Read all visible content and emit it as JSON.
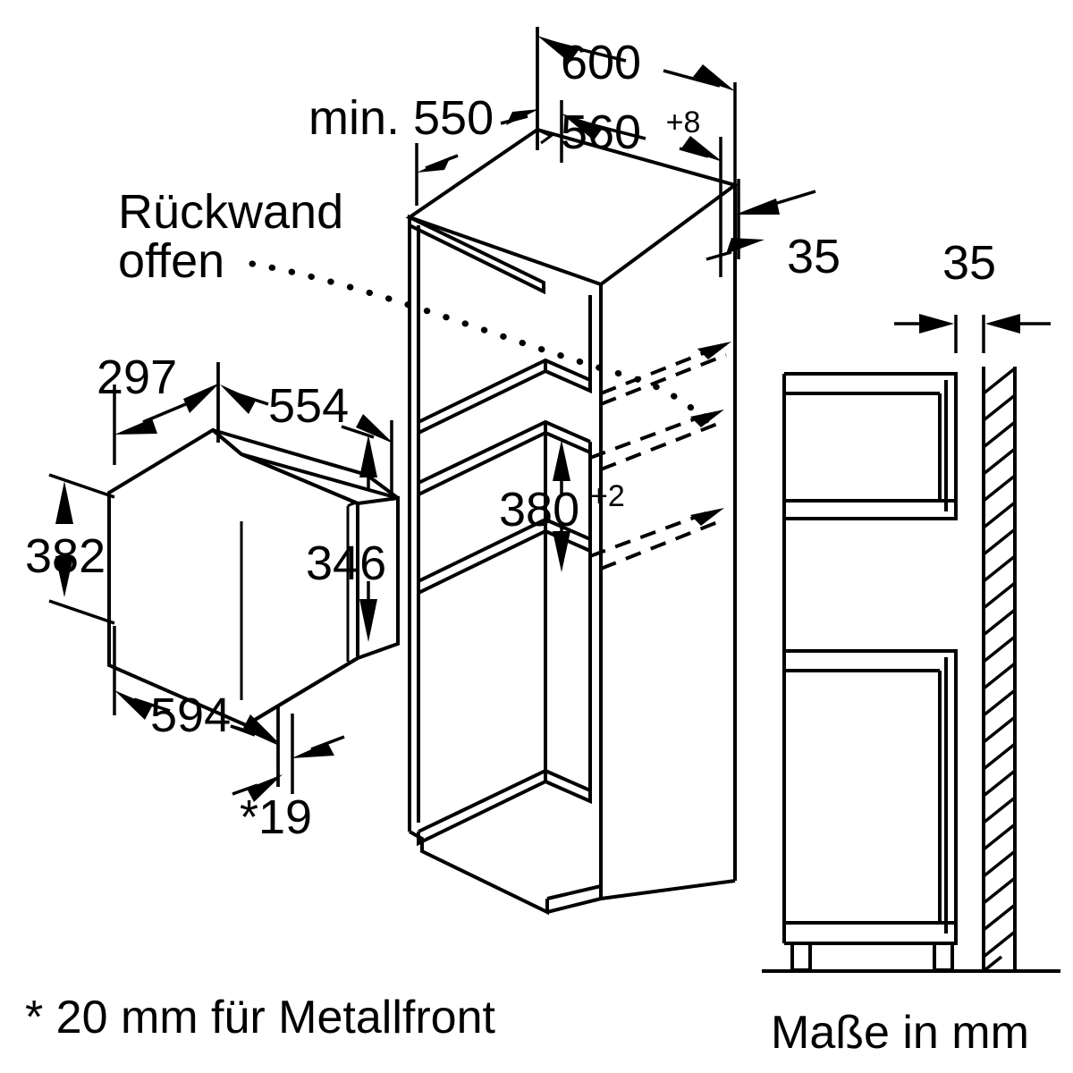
{
  "drawing": {
    "title": "Einbauskizze Mikrowelle",
    "units_note": "Maße in mm",
    "footnote": "* 20 mm für Metallfront",
    "callout": {
      "line1": "Rückwand",
      "line2": "offen"
    },
    "dimensions": {
      "niche_depth_min": "min. 550",
      "cabinet_width": "600",
      "niche_width": "560",
      "niche_width_tolerance": "+8",
      "rear_gap_iso": "35",
      "rear_gap_side": "35",
      "niche_height": "380",
      "niche_height_tolerance": "+2",
      "appliance_depth": "297",
      "appliance_top_width": "554",
      "appliance_height_total": "382",
      "appliance_body_height": "346",
      "appliance_width": "594",
      "front_overhang": "*19"
    }
  }
}
